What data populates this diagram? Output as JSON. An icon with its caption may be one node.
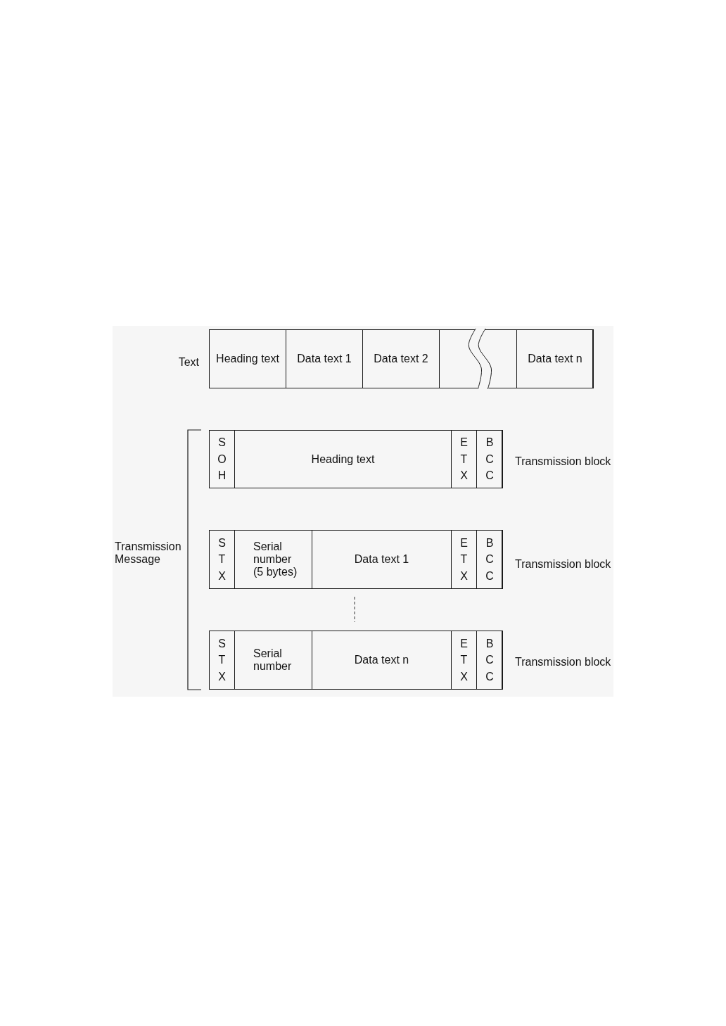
{
  "diagram": {
    "nodes": [
      {
        "text": [],
        "shape": "box",
        "beside": [
          "Text"
        ]
      },
      {
        "text": [
          "Heading text"
        ],
        "in": 0
      },
      {
        "text": [
          "Data text 1"
        ],
        "in": 0
      },
      {
        "text": [
          "Data text 2"
        ],
        "in": 0
      },
      {
        "text": [],
        "shape": "box",
        "in": 0
      },
      {
        "text": [
          "Data text n"
        ],
        "in": 0
      },
      {
        "text": [],
        "shape": "box",
        "beside": [
          "Transmission block"
        ]
      },
      {
        "text": [
          "S O H"
        ],
        "in": 6
      },
      {
        "text": [
          "Heading text"
        ],
        "in": 6
      },
      {
        "text": [
          "E T X"
        ],
        "in": 6
      },
      {
        "text": [
          "B C C"
        ],
        "in": 6
      },
      {
        "text": [],
        "shape": "box",
        "beside": [
          "Transmission block"
        ]
      },
      {
        "text": [
          "S T X"
        ],
        "in": 11
      },
      {
        "text": [
          "Serial number (5 bytes)"
        ],
        "in": 11
      },
      {
        "text": [
          "Data text 1"
        ],
        "in": 11
      },
      {
        "text": [
          "E T X"
        ],
        "in": 11
      },
      {
        "text": [
          "B C C"
        ],
        "in": 11
      },
      {
        "text": [],
        "shape": "box",
        "beside": [
          "Transmission block"
        ]
      },
      {
        "text": [
          "S T X"
        ],
        "in": 17
      },
      {
        "text": [
          "Serial number"
        ],
        "in": 17
      },
      {
        "text": [
          "Data text n"
        ],
        "in": 17
      },
      {
        "text": [
          "E T X"
        ],
        "in": 17
      },
      {
        "text": [
          "B C C"
        ],
        "in": 17
      }
    ],
    "labels": [
      "Transmission Message"
    ]
  }
}
